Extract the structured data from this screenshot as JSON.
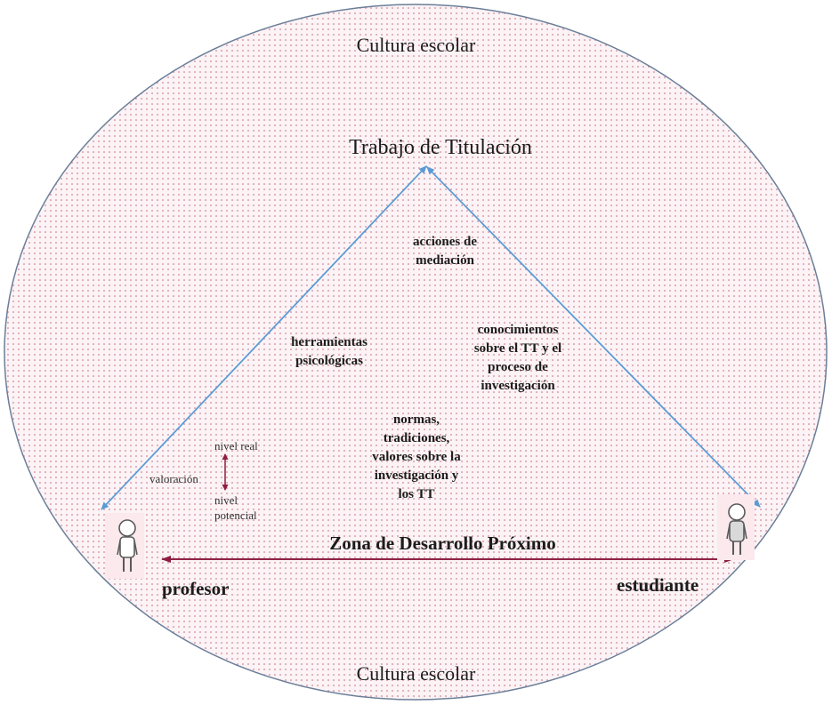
{
  "culture_top": "Cultura escolar",
  "culture_bottom": "Cultura escolar",
  "apex": "Trabajo de Titulación",
  "mediation": [
    "acciones de",
    "mediación"
  ],
  "tools": [
    "herramientas",
    "psicológicas"
  ],
  "knowledge": [
    "conocimientos",
    "sobre el TT y el",
    "proceso de",
    "investigación"
  ],
  "norms": [
    "normas,",
    "tradiciones,",
    "valores sobre la",
    "investigación y",
    "los TT"
  ],
  "level_real": "nivel real",
  "valuation": "valoración",
  "level_potential": [
    "nivel",
    "potencial"
  ],
  "zdp": "Zona de Desarrollo Próximo",
  "teacher": "profesor",
  "student": "estudiante",
  "colors": {
    "fill": "#fbf3f5",
    "dots": "#c25a74",
    "border": "#6b7f99",
    "triangle": "#5b9bd5",
    "zdp_arrow": "#8c1d40"
  }
}
